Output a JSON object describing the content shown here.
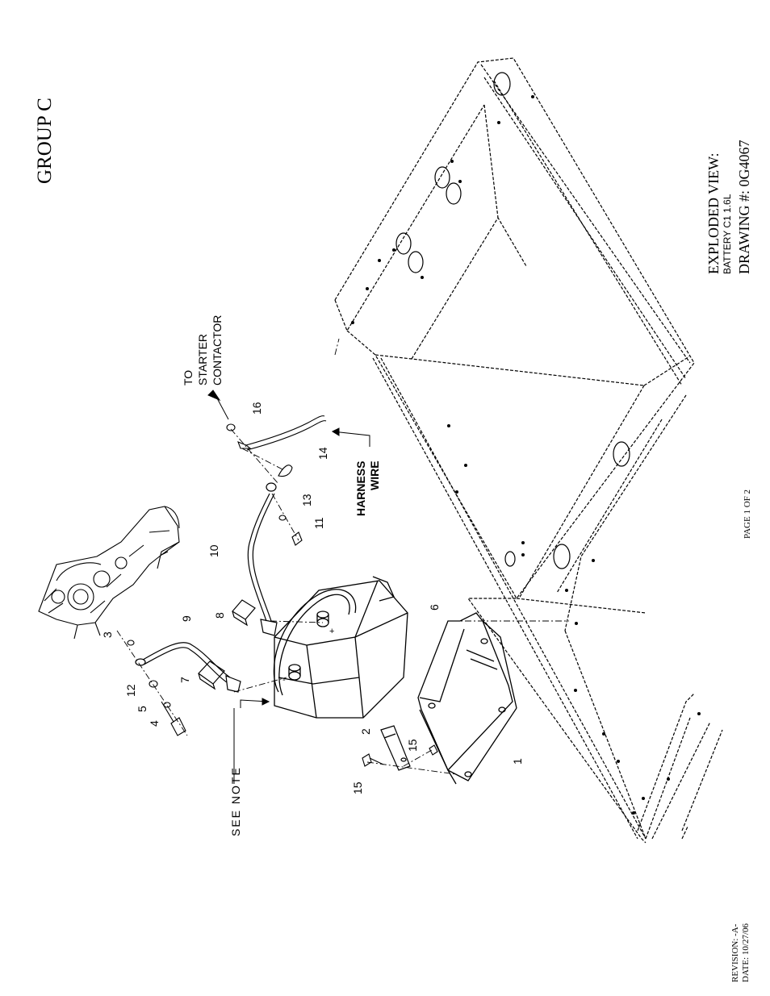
{
  "group_title": "GROUP C",
  "title_block": {
    "line1": "EXPLODED VIEW:",
    "line2": "BATTERY C1 1.6L",
    "line3": "DRAWING #: 0G4067"
  },
  "page_label": "PAGE 1 OF 2",
  "revision": {
    "line1": "REVISION: -A-",
    "line2": "DATE: 10/27/06"
  },
  "callouts": {
    "to_starter": [
      "TO",
      "STARTER",
      "CONTACTOR"
    ],
    "harness": [
      "HARNESS",
      "WIRE"
    ],
    "see_note": "SEE NOTE"
  },
  "parts": [
    {
      "num": "1"
    },
    {
      "num": "2"
    },
    {
      "num": "3"
    },
    {
      "num": "4"
    },
    {
      "num": "5"
    },
    {
      "num": "6"
    },
    {
      "num": "7"
    },
    {
      "num": "8"
    },
    {
      "num": "9"
    },
    {
      "num": "10"
    },
    {
      "num": "11"
    },
    {
      "num": "12"
    },
    {
      "num": "13"
    },
    {
      "num": "14"
    },
    {
      "num": "15"
    },
    {
      "num": "15"
    },
    {
      "num": "16"
    }
  ],
  "battery_terminals": {
    "positive": "+",
    "negative": "-"
  }
}
